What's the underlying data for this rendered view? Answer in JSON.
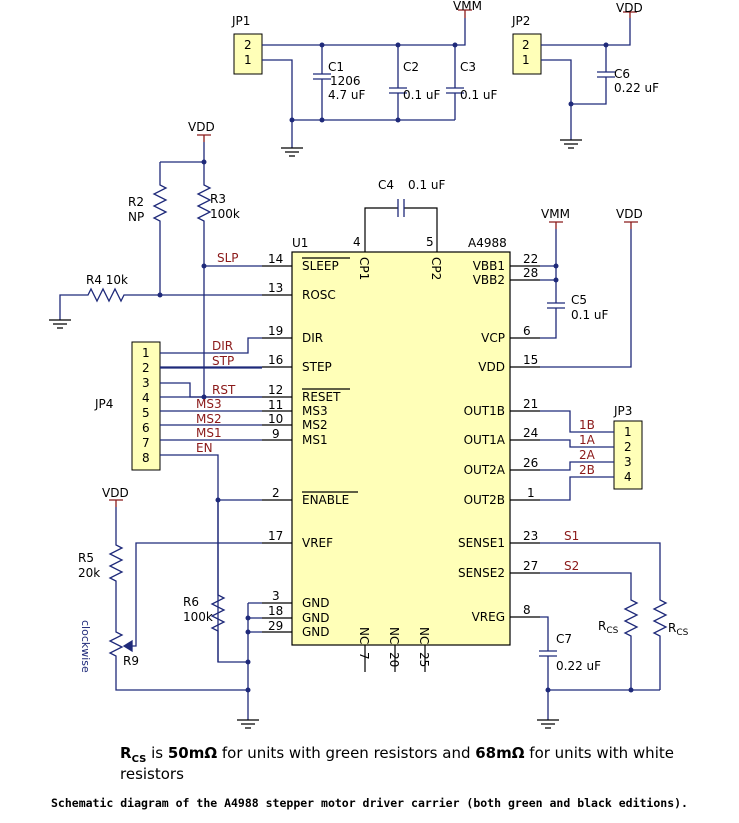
{
  "power": {
    "vmm": "VMM",
    "vdd": "VDD"
  },
  "jumpers": {
    "jp1": "JP1",
    "jp2": "JP2",
    "jp3": "JP3",
    "jp4": "JP4"
  },
  "caps": {
    "c1": "C1",
    "c1_size": "1206",
    "c1_val": "4.7 uF",
    "c2": "C2",
    "c2_val": "0.1 uF",
    "c3": "C3",
    "c3_val": "0.1 uF",
    "c4": "C4",
    "c4_val": "0.1 uF",
    "c5": "C5",
    "c5_val": "0.1 uF",
    "c6": "C6",
    "c6_val": "0.22 uF",
    "c7": "C7",
    "c7_val": "0.22 uF"
  },
  "resistors": {
    "r2": "R2",
    "r2_val": "NP",
    "r3": "R3",
    "r3_val": "100k",
    "r4": "R4 10k",
    "r5": "R5",
    "r5_val": "20k",
    "r6": "R6",
    "r6_val": "100k",
    "r9": "R9",
    "r9_dir": "clockwise",
    "rcs": "R",
    "rcs_sub": "CS"
  },
  "chip": {
    "ref": "U1",
    "part": "A4988",
    "left_pins": [
      {
        "num": "14",
        "name": "SLEEP",
        "net": "SLP",
        "over": true
      },
      {
        "num": "13",
        "name": "ROSC",
        "net": "",
        "over": false
      },
      {
        "num": "19",
        "name": "DIR",
        "net": "DIR",
        "over": false
      },
      {
        "num": "16",
        "name": "STEP",
        "net": "STP",
        "over": false
      },
      {
        "num": "12",
        "name": "RESET",
        "net": "RST",
        "over": true
      },
      {
        "num": "11",
        "name": "MS3",
        "net": "MS3",
        "over": false
      },
      {
        "num": "10",
        "name": "MS2",
        "net": "MS2",
        "over": false
      },
      {
        "num": "9",
        "name": "MS1",
        "net": "MS1",
        "over": false
      },
      {
        "num": "2",
        "name": "ENABLE",
        "net": "EN",
        "over": true
      },
      {
        "num": "17",
        "name": "VREF",
        "net": "",
        "over": false
      },
      {
        "num": "3",
        "name": "GND",
        "net": "",
        "over": false
      },
      {
        "num": "18",
        "name": "GND",
        "net": "",
        "over": false
      },
      {
        "num": "29",
        "name": "GND",
        "net": "",
        "over": false
      }
    ],
    "right_pins": [
      {
        "num": "22",
        "name": "VBB1"
      },
      {
        "num": "28",
        "name": "VBB2"
      },
      {
        "num": "6",
        "name": "VCP"
      },
      {
        "num": "15",
        "name": "VDD"
      },
      {
        "num": "21",
        "name": "OUT1B"
      },
      {
        "num": "24",
        "name": "OUT1A"
      },
      {
        "num": "26",
        "name": "OUT2A"
      },
      {
        "num": "1",
        "name": "OUT2B"
      },
      {
        "num": "23",
        "name": "SENSE1"
      },
      {
        "num": "27",
        "name": "SENSE2"
      },
      {
        "num": "8",
        "name": "VREG"
      }
    ],
    "top_pins": [
      {
        "num": "4",
        "name": "CP1"
      },
      {
        "num": "5",
        "name": "CP2"
      }
    ],
    "bottom_pins": [
      {
        "num": "7",
        "name": "NC"
      },
      {
        "num": "20",
        "name": "NC"
      },
      {
        "num": "25",
        "name": "NC"
      }
    ]
  },
  "nets": {
    "s1": "S1",
    "s2": "S2",
    "1b": "1B",
    "1a": "1A",
    "2a": "2A",
    "2b": "2B"
  },
  "header_pins": {
    "jp1": [
      "2",
      "1"
    ],
    "jp2": [
      "2",
      "1"
    ],
    "jp3": [
      "1",
      "2",
      "3",
      "4"
    ],
    "jp4": [
      "1",
      "2",
      "3",
      "4",
      "5",
      "6",
      "7",
      "8"
    ]
  },
  "note": {
    "r": "R",
    "sub": "CS",
    "t1": " is ",
    "v1": "50mΩ",
    "t2": " for units with green resistors and ",
    "v2": "68mΩ",
    "t3": " for units with white resistors"
  },
  "caption": "Schematic diagram of the A4988 stepper motor driver carrier (both green and black editions)."
}
